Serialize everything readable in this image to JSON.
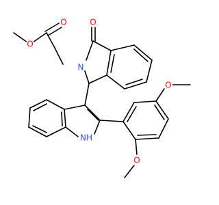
{
  "atom_labels": {
    "o_ester_single": "O",
    "o_ester_carbonyl": "O",
    "o_lactam_carbonyl": "O",
    "n_lactam": "N",
    "nh_indole": "NH",
    "o_methoxy_top": "O",
    "o_methoxy_bottom": "O"
  },
  "colors": {
    "bond": "#000000",
    "oxygen": "#ff0d0d",
    "nitrogen": "#3050f8",
    "background": "#ffffff"
  }
}
